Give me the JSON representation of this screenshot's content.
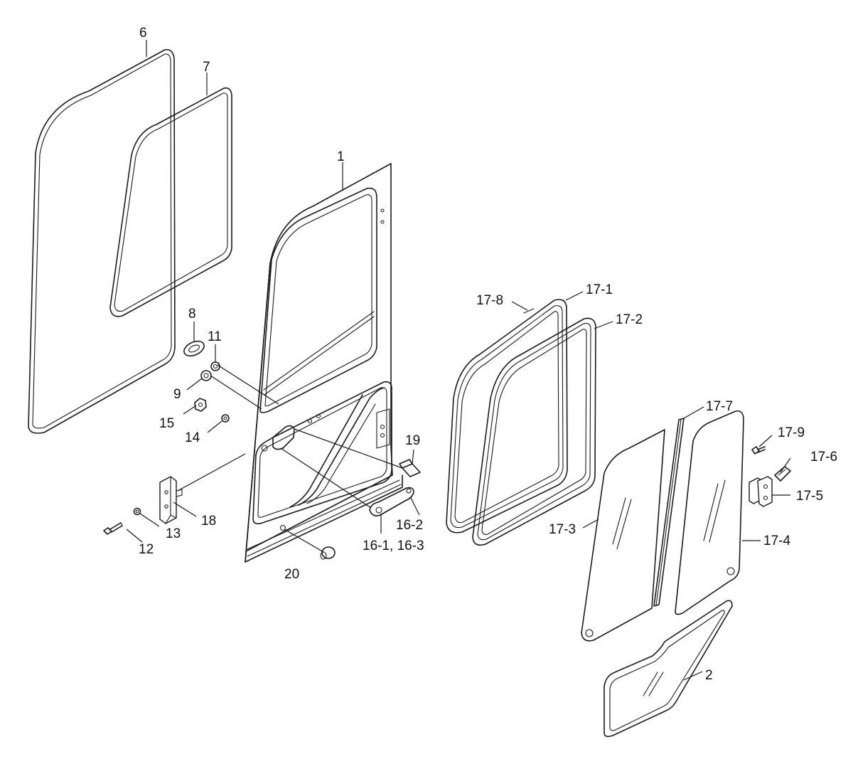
{
  "diagram": {
    "callouts": {
      "c1": "1",
      "c2": "2",
      "c6": "6",
      "c7": "7",
      "c8": "8",
      "c9": "9",
      "c11": "11",
      "c12": "12",
      "c13": "13",
      "c14": "14",
      "c15": "15",
      "c16_1_16_3": "16-1, 16-3",
      "c16_2": "16-2",
      "c17_1": "17-1",
      "c17_2": "17-2",
      "c17_3": "17-3",
      "c17_4": "17-4",
      "c17_5": "17-5",
      "c17_6": "17-6",
      "c17_7": "17-7",
      "c17_8": "17-8",
      "c17_9": "17-9",
      "c18": "18",
      "c19": "19",
      "c20": "20"
    }
  }
}
